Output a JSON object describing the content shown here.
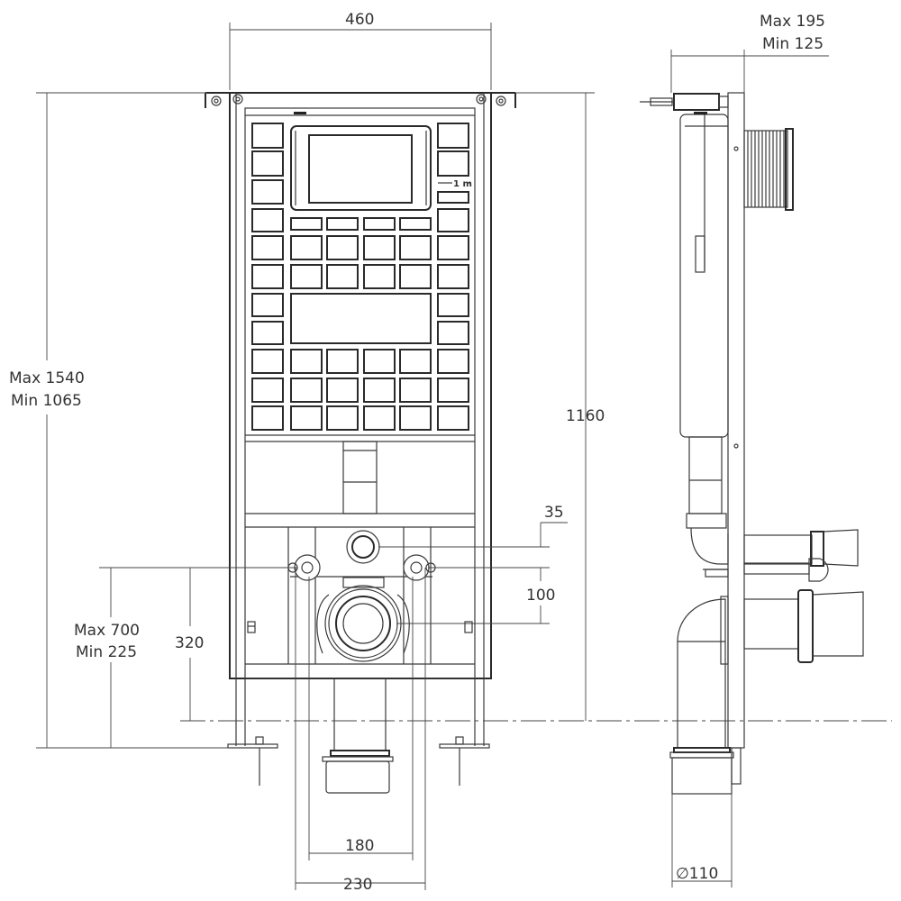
{
  "front_view": {
    "width_dim": "460",
    "overall_height_max": "Max 1540",
    "overall_height_min": "Min 1065",
    "frame_height_dim": "1160",
    "inlet_offset_dim": "35",
    "inlet_spacing_dim": "100",
    "outlet_height_max": "Max 700",
    "outlet_height_min": "Min 225",
    "bolt_height_dim": "320",
    "bolt_spacing_dim": "180",
    "pipe_spacing_dim": "230",
    "label_1m": "1 m"
  },
  "side_view": {
    "depth_max": "Max 195",
    "depth_min": "Min 125",
    "pipe_diameter_dim": "∅110"
  }
}
